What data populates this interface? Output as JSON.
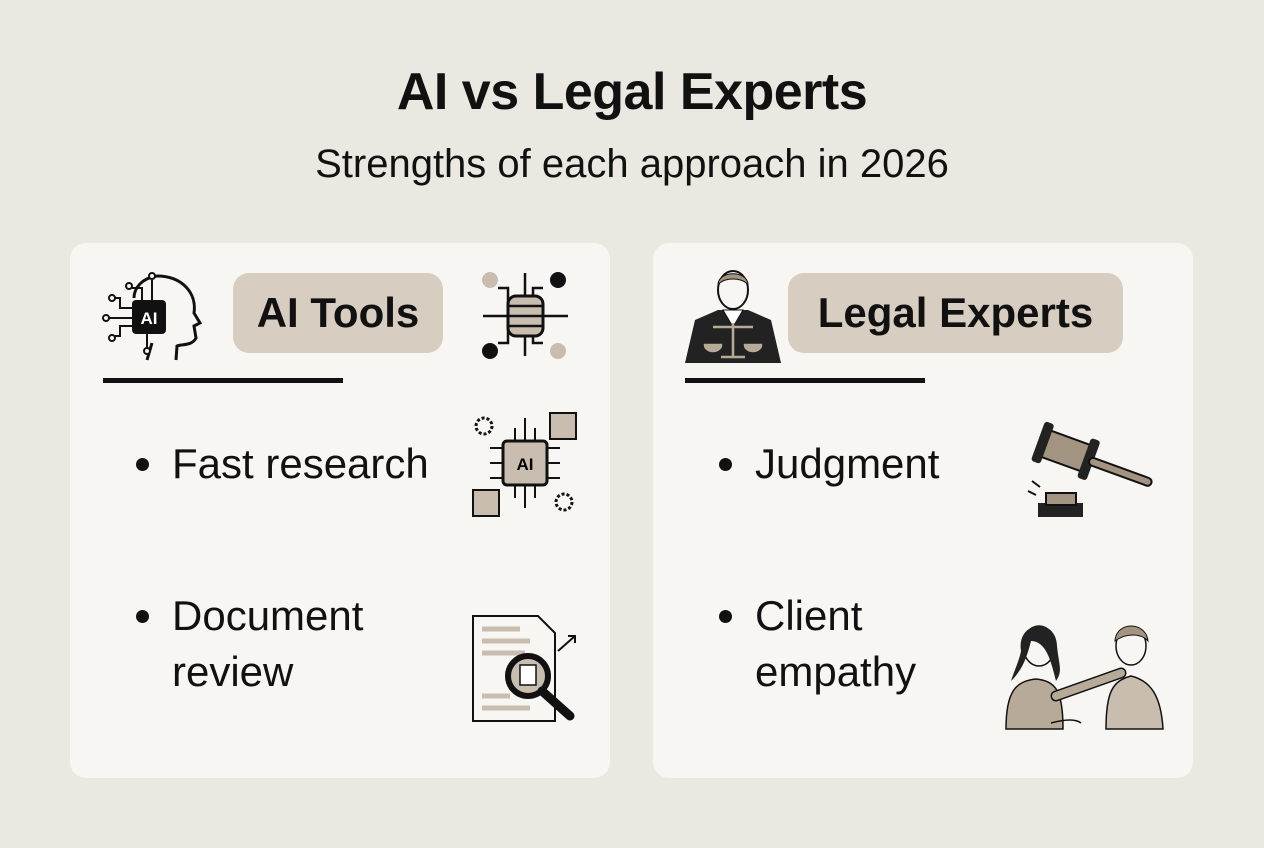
{
  "header": {
    "title": "AI vs Legal Experts",
    "subtitle": "Strengths of each approach in 2026"
  },
  "left": {
    "heading": "AI Tools",
    "ai_badge": "AI",
    "items": [
      {
        "line1": "Fast research",
        "line2": ""
      },
      {
        "line1": "Document",
        "line2": "review"
      }
    ]
  },
  "right": {
    "heading": "Legal Experts",
    "items": [
      {
        "line1": "Judgment",
        "line2": ""
      },
      {
        "line1": "Client",
        "line2": "empathy"
      }
    ]
  },
  "colors": {
    "background": "#ebe7e1",
    "card": "#f7f6f2",
    "pill": "#d7cdc0",
    "accent": "#111111"
  }
}
